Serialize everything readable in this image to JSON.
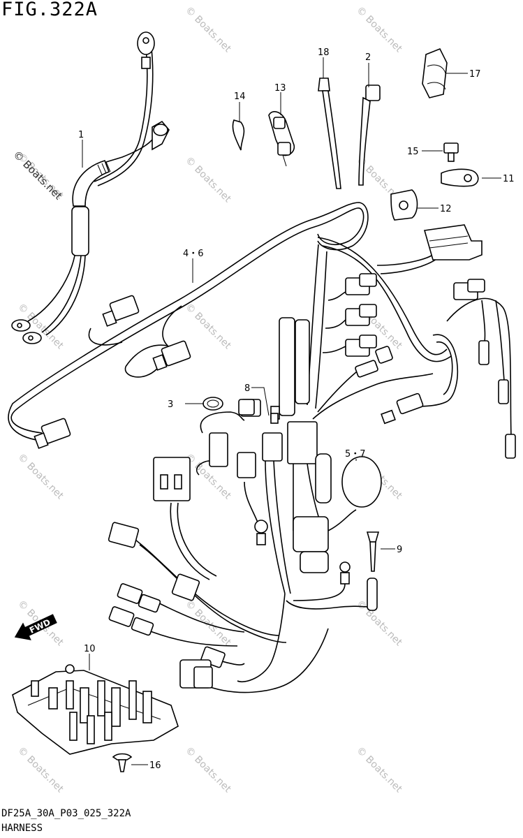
{
  "title": "FIG.322A",
  "footer": {
    "code": "DF25A_30A_P03_025_322A",
    "name": "HARNESS"
  },
  "fwd_label": "FWD",
  "watermark": "© Boats.net",
  "callouts": [
    "1",
    "2",
    "3",
    "4・6",
    "5・7",
    "8",
    "9",
    "10",
    "11",
    "12",
    "13",
    "14",
    "15",
    "16",
    "17",
    "18"
  ]
}
